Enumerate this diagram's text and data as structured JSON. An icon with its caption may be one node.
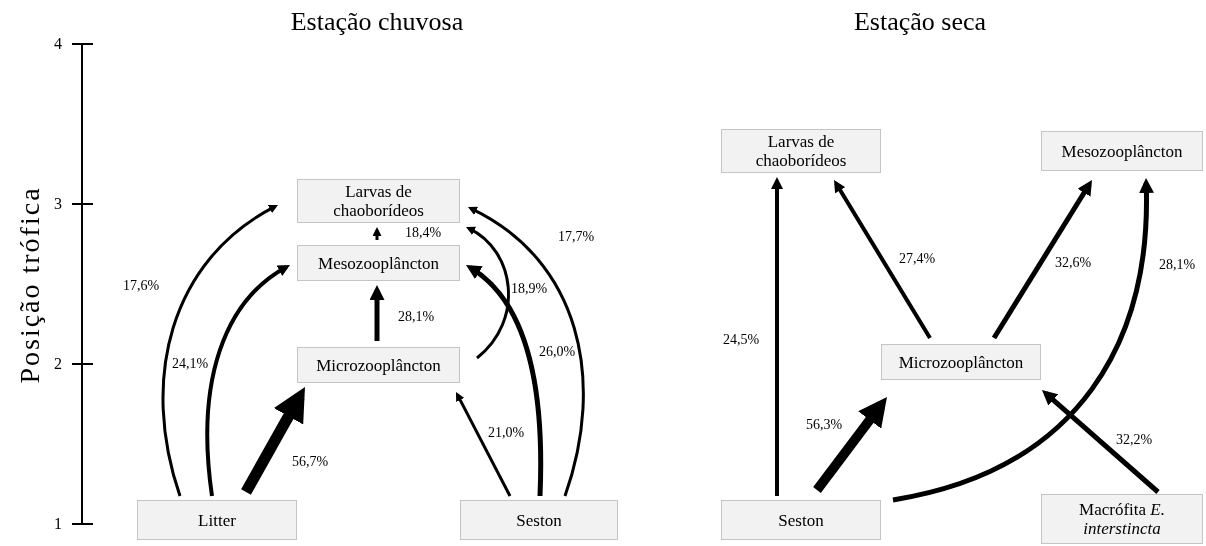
{
  "diagram": {
    "nodes": [
      {
        "text": [
          "Larvas de chaoborídeos"
        ]
      },
      {
        "text": [
          "Mesozooplâncton"
        ]
      },
      {
        "text": [
          "Microzooplâncton"
        ]
      },
      {
        "text": [
          "Litter"
        ]
      },
      {
        "text": [
          "Seston"
        ]
      },
      {
        "text": [
          "Larvas de chaoborídeos"
        ]
      },
      {
        "text": [
          "Mesozooplâncton"
        ]
      },
      {
        "text": [
          "Microzooplâncton"
        ]
      },
      {
        "text": [
          "Seston"
        ]
      },
      {
        "text": [
          "Macrófita *E. interstincta*"
        ]
      }
    ],
    "edges": [
      {
        "from": 3,
        "to": 0,
        "arrow": "to",
        "label": "17,6%"
      },
      {
        "from": 3,
        "to": 1,
        "arrow": "to",
        "label": "24,1%"
      },
      {
        "from": 3,
        "to": 2,
        "arrow": "to",
        "label": "56,7%",
        "style": "thick"
      },
      {
        "from": 2,
        "to": 1,
        "arrow": "to",
        "label": "28,1%"
      },
      {
        "from": 1,
        "to": 0,
        "arrow": "to",
        "label": "18,4%"
      },
      {
        "from": 2,
        "to": 0,
        "arrow": "to",
        "label": "18,9%"
      },
      {
        "from": 4,
        "to": 2,
        "arrow": "to",
        "label": "21,0%"
      },
      {
        "from": 4,
        "to": 1,
        "arrow": "to",
        "label": "26,0%"
      },
      {
        "from": 4,
        "to": 0,
        "arrow": "to",
        "label": "17,7%"
      },
      {
        "from": 8,
        "to": 5,
        "arrow": "to",
        "label": "24,5%"
      },
      {
        "from": 7,
        "to": 5,
        "arrow": "to",
        "label": "27,4%"
      },
      {
        "from": 7,
        "to": 6,
        "arrow": "to",
        "label": "32,6%"
      },
      {
        "from": 8,
        "to": 7,
        "arrow": "to",
        "label": "56,3%",
        "style": "thick"
      },
      {
        "from": 8,
        "to": 6,
        "arrow": "to",
        "label": "28,1%"
      },
      {
        "from": 9,
        "to": 7,
        "arrow": "to",
        "label": "32,2%"
      }
    ],
    "labels": [
      "Estação chuvosa",
      "Estação seca",
      "4",
      "3",
      "2",
      "1",
      "Posição trófica"
    ]
  }
}
